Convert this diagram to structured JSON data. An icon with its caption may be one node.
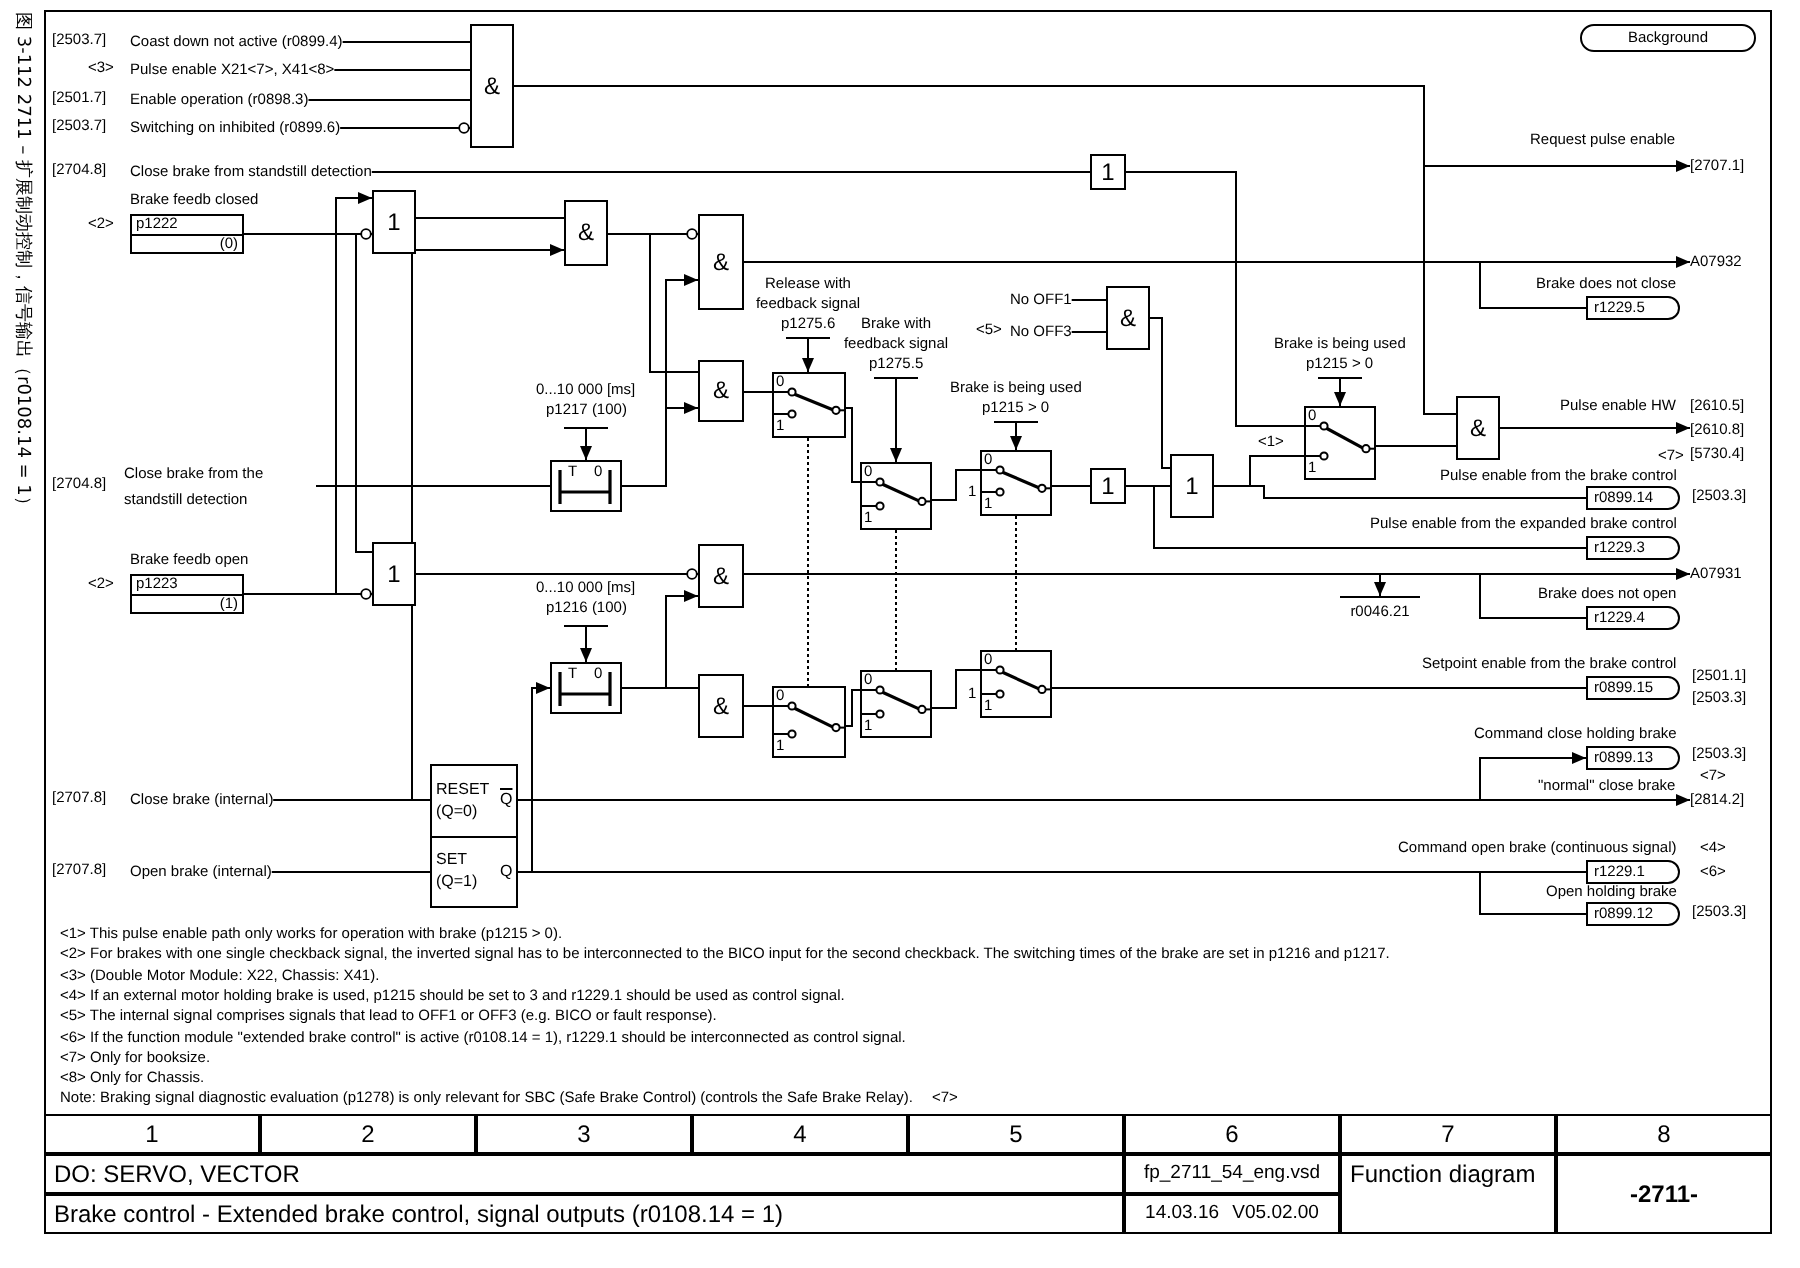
{
  "diagram": {
    "nodes": [
      {
        "text": [
          "Coast down not active (r0899.4)"
        ],
        "beside": [
          "[2503.7]"
        ]
      },
      {
        "text": [
          "Pulse enable X21<7>, X41<8>"
        ],
        "beside": [
          "<3>"
        ]
      },
      {
        "text": [
          "Enable operation (r0898.3)"
        ],
        "beside": [
          "[2501.7]"
        ]
      },
      {
        "text": [
          "Switching on inhibited (r0899.6)"
        ],
        "beside": [
          "[2503.7]"
        ]
      },
      {
        "text": [
          "&"
        ]
      },
      {
        "text": [
          "Close brake from standstill detection"
        ],
        "beside": [
          "[2704.8]"
        ]
      },
      {
        "text": [
          "p1222",
          "(0)"
        ],
        "beside": [
          "Brake feedb closed",
          "<2>"
        ]
      },
      {
        "text": [
          "1"
        ]
      },
      {
        "text": [
          "&"
        ]
      },
      {
        "text": [
          "&"
        ]
      },
      {
        "text": [
          "T",
          "0"
        ],
        "beside": [
          "0...10 000 [ms]",
          "p1217 (100)"
        ]
      },
      {
        "text": [
          "&"
        ]
      },
      {
        "text": [
          "0",
          "1"
        ],
        "beside": [
          "Release with feedback signal",
          "p1275.6"
        ]
      },
      {
        "text": [
          "Close brake from the standstill detection"
        ],
        "beside": [
          "[2704.8]"
        ]
      },
      {
        "text": [
          "p1223",
          "(1)"
        ],
        "beside": [
          "Brake feedb open",
          "<2>"
        ]
      },
      {
        "text": [
          "1"
        ]
      },
      {
        "text": [
          "&"
        ]
      },
      {
        "text": [
          "T",
          "0"
        ],
        "beside": [
          "0...10 000 [ms]",
          "p1216 (100)"
        ]
      },
      {
        "text": [
          "&"
        ]
      },
      {
        "text": [
          "0",
          "1"
        ]
      },
      {
        "text": [
          "0",
          "1"
        ],
        "beside": [
          "Brake with feedback signal",
          "p1275.5"
        ]
      },
      {
        "text": [
          "0",
          "1"
        ]
      },
      {
        "text": [
          "0",
          "1"
        ],
        "beside": [
          "Brake is being used",
          "p1215 > 0",
          "1"
        ]
      },
      {
        "text": [
          "0",
          "1"
        ],
        "beside": [
          "1"
        ]
      },
      {
        "text": [
          "No OFF1"
        ]
      },
      {
        "text": [
          "No OFF3"
        ],
        "beside": [
          "<5>"
        ]
      },
      {
        "text": [
          "&"
        ]
      },
      {
        "text": [
          "1"
        ]
      },
      {
        "text": [
          "1"
        ]
      },
      {
        "text": [
          "1"
        ]
      },
      {
        "text": [
          "0",
          "1"
        ],
        "beside": [
          "Brake is being used",
          "p1215 > 0"
        ]
      },
      {
        "text": [
          "&"
        ]
      },
      {
        "text": [
          "[2707.1]"
        ],
        "beside": [
          "Request pulse enable"
        ]
      },
      {
        "text": [
          "[2610.5]",
          "[2610.8]",
          "[5730.4]"
        ],
        "beside": [
          "Pulse enable HW",
          "<7>"
        ]
      },
      {
        "text": [
          "A07932"
        ]
      },
      {
        "text": [
          "r1229.5"
        ],
        "beside": [
          "Brake does not close"
        ]
      },
      {
        "text": [
          "r0899.14"
        ],
        "beside": [
          "Pulse enable from the brake control",
          "[2503.3]"
        ]
      },
      {
        "text": [
          "r1229.3"
        ],
        "beside": [
          "Pulse enable from the expanded brake control"
        ]
      },
      {
        "text": [
          "A07931"
        ]
      },
      {
        "text": [
          "r0046.21"
        ]
      },
      {
        "text": [
          "r1229.4"
        ],
        "beside": [
          "Brake does not open"
        ]
      },
      {
        "text": [
          "r0899.15"
        ],
        "beside": [
          "Setpoint enable from the brake control",
          "[2501.1]",
          "[2503.3]"
        ]
      },
      {
        "text": [
          "Close brake (internal)"
        ],
        "beside": [
          "[2707.8]"
        ]
      },
      {
        "text": [
          "Open brake (internal)"
        ],
        "beside": [
          "[2707.8]"
        ]
      },
      {
        "text": [
          "RESET (Q=0)",
          "Q",
          "SET (Q=1)",
          "Q"
        ]
      },
      {
        "text": [
          "r0899.13"
        ],
        "beside": [
          "Command close holding brake",
          "[2503.3]"
        ]
      },
      {
        "text": [
          "[2814.2]"
        ],
        "beside": [
          "\"normal\" close brake",
          "<7>"
        ]
      },
      {
        "text": [
          "r1229.1"
        ],
        "beside": [
          "Command open brake (continuous signal)",
          "<4>",
          "<6>"
        ]
      },
      {
        "text": [
          "r0899.12"
        ],
        "beside": [
          "Open holding brake",
          "[2503.3]"
        ]
      },
      {
        "text": [
          "Background"
        ]
      }
    ],
    "edges": [
      {
        "from": 0,
        "to": 4,
        "arrow": "none"
      },
      {
        "from": 1,
        "to": 4,
        "arrow": "none"
      },
      {
        "from": 2,
        "to": 4,
        "arrow": "none"
      },
      {
        "from": 3,
        "to": 4,
        "arrow": "other"
      },
      {
        "from": 4,
        "to": 31,
        "arrow": "none"
      },
      {
        "from": 4,
        "to": 32,
        "arrow": "to"
      },
      {
        "from": 5,
        "to": 29,
        "arrow": "none"
      },
      {
        "from": 29,
        "to": 30,
        "arrow": "other"
      },
      {
        "from": 6,
        "to": 7,
        "arrow": "other"
      },
      {
        "from": 6,
        "to": 15,
        "arrow": "none"
      },
      {
        "from": 14,
        "to": 7,
        "arrow": "to"
      },
      {
        "from": 14,
        "to": 15,
        "arrow": "other"
      },
      {
        "from": 7,
        "to": 8,
        "arrow": "other"
      },
      {
        "from": 42,
        "to": 8,
        "arrow": "to"
      },
      {
        "from": 8,
        "to": 9,
        "arrow": "other"
      },
      {
        "from": 8,
        "to": 11,
        "arrow": "none"
      },
      {
        "from": 10,
        "to": 9,
        "arrow": "to"
      },
      {
        "from": 10,
        "to": 11,
        "arrow": "to"
      },
      {
        "from": 13,
        "to": 10,
        "arrow": "none"
      },
      {
        "from": 44,
        "to": 17,
        "arrow": "to"
      },
      {
        "from": 9,
        "to": 34,
        "arrow": "to"
      },
      {
        "from": 9,
        "to": 35,
        "arrow": "none"
      },
      {
        "from": 11,
        "to": 12,
        "arrow": "none"
      },
      {
        "from": 12,
        "to": 20,
        "arrow": "none"
      },
      {
        "from": 20,
        "to": 22,
        "arrow": "none"
      },
      {
        "from": 22,
        "to": 27,
        "arrow": "none"
      },
      {
        "from": 27,
        "to": 28,
        "arrow": "other"
      },
      {
        "from": 27,
        "to": 37,
        "arrow": "other"
      },
      {
        "from": 24,
        "to": 26,
        "arrow": "none"
      },
      {
        "from": 25,
        "to": 26,
        "arrow": "none"
      },
      {
        "from": 26,
        "to": 28,
        "arrow": "none"
      },
      {
        "from": 28,
        "to": 30,
        "arrow": "none",
        "label": "<1>"
      },
      {
        "from": 28,
        "to": 36,
        "arrow": "none"
      },
      {
        "from": 30,
        "to": 31,
        "arrow": "none"
      },
      {
        "from": 31,
        "to": 33,
        "arrow": "to"
      },
      {
        "from": 15,
        "to": 16,
        "arrow": "other"
      },
      {
        "from": 17,
        "to": 16,
        "arrow": "to"
      },
      {
        "from": 17,
        "to": 18,
        "arrow": "none"
      },
      {
        "from": 16,
        "to": 38,
        "arrow": "to"
      },
      {
        "from": 16,
        "to": 39,
        "arrow": "to"
      },
      {
        "from": 16,
        "to": 40,
        "arrow": "none"
      },
      {
        "from": 18,
        "to": 19,
        "arrow": "none"
      },
      {
        "from": 19,
        "to": 21,
        "arrow": "none"
      },
      {
        "from": 21,
        "to": 23,
        "arrow": "none"
      },
      {
        "from": 23,
        "to": 41,
        "arrow": "none"
      },
      {
        "from": 42,
        "to": 44,
        "arrow": "none"
      },
      {
        "from": 43,
        "to": 44,
        "arrow": "none"
      },
      {
        "from": 44,
        "to": 46,
        "arrow": "to"
      },
      {
        "from": 44,
        "to": 45,
        "arrow": "to"
      },
      {
        "from": 44,
        "to": 47,
        "arrow": "none"
      },
      {
        "from": 44,
        "to": 48,
        "arrow": "none"
      },
      {
        "from": 12,
        "to": 19,
        "arrow": "none",
        "style": "dashed"
      },
      {
        "from": 20,
        "to": 21,
        "arrow": "none",
        "style": "dashed"
      },
      {
        "from": 22,
        "to": 23,
        "arrow": "none",
        "style": "dashed"
      }
    ],
    "labels": [
      "图 3-112 2711 – 扩展制动控制，信号输出（r0108.14 = 1）",
      "<1> This pulse enable path only works for operation with brake (p1215 > 0).",
      "<2> For brakes with one single checkback signal, the inverted signal has to be interconnected to the BICO input for the second checkback. The switching times of the brake are set in p1216 and p1217.",
      "<3> (Double Motor Module: X22, Chassis: X41).",
      "<4> If an external motor holding brake is used, p1215 should be set to 3 and r1229.1 should be used as control signal.",
      "<5> The internal signal comprises signals that lead to OFF1 or OFF3 (e.g. BICO or fault response).",
      "<6> If the function module \"extended brake control\" is active (r0108.14 = 1), r1229.1 should be interconnected as control signal.",
      "<7> Only for booksize.",
      "<8> Only for Chassis.",
      "Note: Braking signal diagnostic evaluation (p1278) is only relevant for SBC (Safe Brake Control) (controls the Safe Brake Relay).",
      "<7>",
      "1",
      "2",
      "3",
      "4",
      "5",
      "6",
      "7",
      "8",
      "DO: SERVO, VECTOR",
      "fp_2711_54_eng.vsd",
      "Function diagram",
      "-2711-",
      "Brake control - Extended brake control, signal outputs (r0108.14 = 1)",
      "14.03.16 V05.02.00"
    ]
  }
}
